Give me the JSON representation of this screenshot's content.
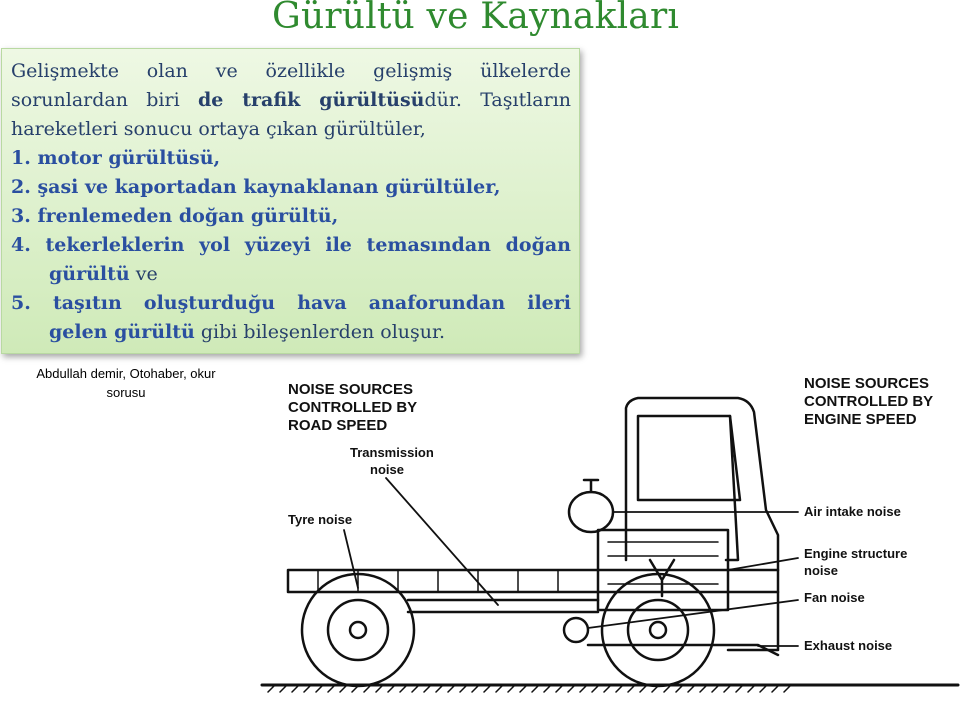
{
  "slide": {
    "title": "Gürültü ve Kaynakları",
    "intro_1": "Gelişmekte olan ve özellikle gelişmiş ülkelerde",
    "intro_2a": "sorunlardan biri ",
    "intro_2b": "de trafik gürültüsü",
    "intro_2c": "dür. Taşıtların",
    "intro_3": "hareketleri sonucu ortaya çıkan gürültüler,",
    "items": [
      {
        "num": "1.",
        "text": "motor gürültüsü,"
      },
      {
        "num": "2.",
        "text": "şasi ve kaportadan kaynaklanan gürültüler,"
      },
      {
        "num": "3.",
        "text": "frenlemeden doğan gürültü,"
      },
      {
        "num": "4.",
        "text": "tekerleklerin yol yüzeyi ile temasından doğan",
        "cont_bold": "gürültü",
        "cont_normal": " ve"
      },
      {
        "num": "5.",
        "text": "taşıtın oluşturduğu hava anaforundan ileri",
        "cont_bold": "gelen gürültü",
        "cont_normal": " gibi bileşenlerden oluşur."
      }
    ],
    "caption_1": "Abdullah demir, Otohaber, okur",
    "caption_2": "sorusu"
  },
  "diagram": {
    "road_title_1": "NOISE SOURCES",
    "road_title_2": "CONTROLLED BY",
    "road_title_3": "ROAD SPEED",
    "engine_title_1": "NOISE SOURCES",
    "engine_title_2": "CONTROLLED BY",
    "engine_title_3": "ENGINE SPEED",
    "transmission_1": "Transmission",
    "transmission_2": "noise",
    "tyre": "Tyre noise",
    "air_intake": "Air intake noise",
    "engine_structure_1": "Engine structure",
    "engine_structure_2": "noise",
    "fan": "Fan noise",
    "exhaust": "Exhaust noise"
  }
}
